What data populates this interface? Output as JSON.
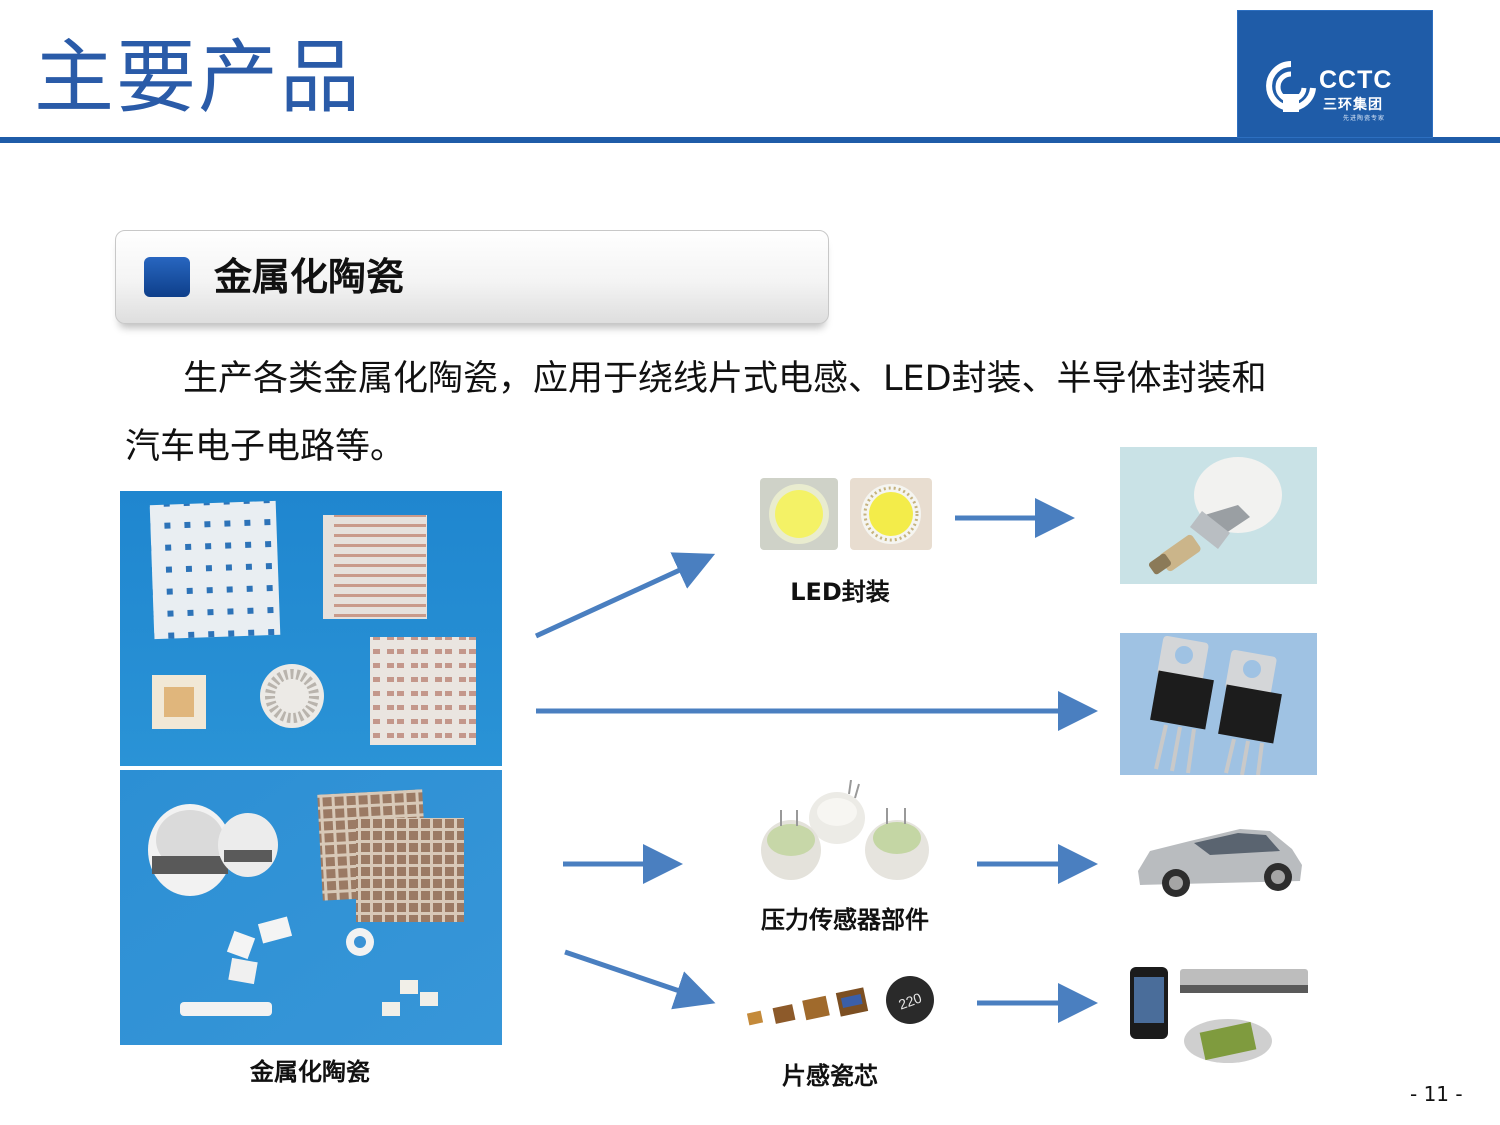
{
  "header": {
    "title": "主要产品",
    "logo": {
      "brand": "CCTC",
      "company": "三环集团",
      "tagline": "先进陶瓷专家"
    }
  },
  "section": {
    "label": "金属化陶瓷"
  },
  "paragraph": "生产各类金属化陶瓷，应用于绕线片式电感、LED封装、半导体封装和汽车电子电路等。",
  "diagram": {
    "source_label": "金属化陶瓷",
    "products": [
      {
        "label": "LED封装"
      },
      {
        "label": "压力传感器部件"
      },
      {
        "label": "片感瓷芯"
      }
    ],
    "inductor_marking": "220"
  },
  "footer": {
    "page_number": "- 11 -"
  },
  "colors": {
    "brand_blue": "#1f5ca8",
    "title_blue": "#2a5ba8",
    "arrow_blue": "#4a7fc0"
  }
}
